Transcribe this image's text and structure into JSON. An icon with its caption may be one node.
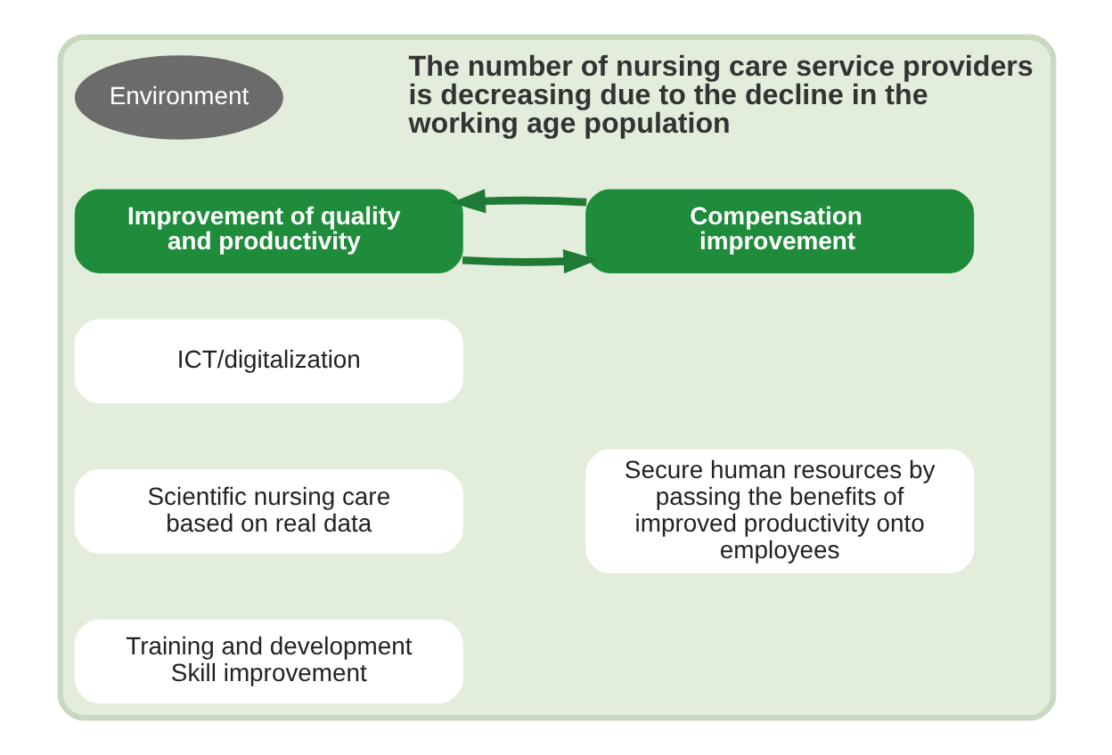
{
  "diagram": {
    "nodes": [
      {
        "text": [],
        "shape": "box"
      },
      {
        "text": [
          "Environment"
        ],
        "in": 0
      },
      {
        "text": [
          "Improvement of quality and productivity"
        ],
        "in": 0
      },
      {
        "text": [
          "Compensation improvement"
        ],
        "in": 0
      },
      {
        "text": [
          "ICT/digitalization"
        ],
        "in": 0
      },
      {
        "text": [
          "Scientific nursing care based on real data"
        ],
        "in": 0
      },
      {
        "text": [
          "Training and development Skill improvement"
        ],
        "in": 0
      },
      {
        "text": [
          "Secure human resources by passing the benefits of improved productivity onto employees"
        ],
        "in": 0
      }
    ],
    "edges": [
      {
        "from": 2,
        "to": 3,
        "arrow": "to",
        "color": "#1e7a35"
      },
      {
        "from": 3,
        "to": 2,
        "arrow": "to",
        "color": "#1e7a35"
      }
    ],
    "labels": [
      "The number of nursing care service providers is decreasing due to the decline in the working age population"
    ]
  }
}
